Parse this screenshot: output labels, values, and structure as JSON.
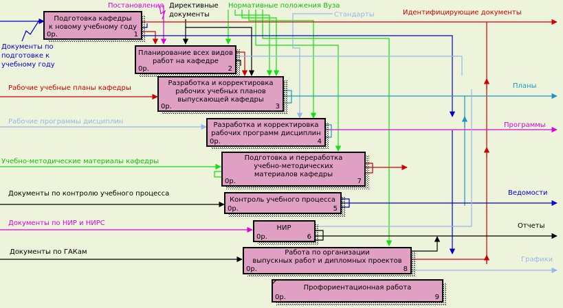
{
  "diagram": {
    "boxes": [
      {
        "id": "b1",
        "title": [
          "Подготовка кафедры",
          "к новому учебному году"
        ],
        "cost": "0р.",
        "num": "1"
      },
      {
        "id": "b2",
        "title": [
          "Планирование всех видов",
          "работ на кафедре"
        ],
        "cost": "0р.",
        "num": "2"
      },
      {
        "id": "b3",
        "title": [
          "Разработка и корректировка",
          "рабочих учебных планов",
          "выпускающей кафедры"
        ],
        "cost": "0р.",
        "num": "3"
      },
      {
        "id": "b4",
        "title": [
          "Разработка и корректировка",
          "рабочих программ дисциплин"
        ],
        "cost": "0р.",
        "num": "4"
      },
      {
        "id": "b7",
        "title": [
          "Подготовка и переработка",
          "учебно-методических",
          "материалов кафедры"
        ],
        "cost": "0р.",
        "num": "7"
      },
      {
        "id": "b5",
        "title": [
          "Контроль учебного процесса"
        ],
        "cost": "0р.",
        "num": "5"
      },
      {
        "id": "b6",
        "title": [
          "НИР"
        ],
        "cost": "0р.",
        "num": "6"
      },
      {
        "id": "b8",
        "title": [
          "Работа по организации",
          "выпускных работ и дипломных проектов"
        ],
        "cost": "0р.",
        "num": "8"
      },
      {
        "id": "b9",
        "title": [
          "Профориентационная работа"
        ],
        "cost": "0р.",
        "num": "9"
      }
    ],
    "inputs": [
      {
        "id": "in-docs-prep",
        "text": [
          "Документы по",
          "подготовке к",
          "учебному году"
        ]
      },
      {
        "id": "in-curricula",
        "text": [
          "Рабочие учебные планы кафедры"
        ]
      },
      {
        "id": "in-programs",
        "text": [
          "Рабочие программы дисциплин"
        ]
      },
      {
        "id": "in-materials",
        "text": [
          "Учебно-методические материалы кафедры"
        ]
      },
      {
        "id": "in-control",
        "text": [
          "Документы по контролю учебного процесса"
        ]
      },
      {
        "id": "in-nir",
        "text": [
          "Документы по НИР и НИРС"
        ]
      },
      {
        "id": "in-gak",
        "text": [
          "Документы по ГАКам"
        ]
      }
    ],
    "controls": [
      {
        "id": "ctl-decrees",
        "text": [
          "Постановления"
        ]
      },
      {
        "id": "ctl-directives",
        "text": [
          "Директивные",
          "документы"
        ]
      },
      {
        "id": "ctl-norms",
        "text": [
          "Нормативные положения Вуза"
        ]
      },
      {
        "id": "ctl-standards",
        "text": [
          "Стандарты"
        ]
      }
    ],
    "outputs": [
      {
        "id": "out-ident",
        "text": [
          "Идентифицирующие документы"
        ]
      },
      {
        "id": "out-plans",
        "text": [
          "Планы"
        ]
      },
      {
        "id": "out-programs",
        "text": [
          "Программы"
        ]
      },
      {
        "id": "out-sheets",
        "text": [
          "Ведомости"
        ]
      },
      {
        "id": "out-reports",
        "text": [
          "Отчеты"
        ]
      },
      {
        "id": "out-graphs",
        "text": [
          "Графики"
        ]
      }
    ],
    "colors": {
      "background": "#eef3dc",
      "box": "#e0a0c4",
      "blue": "#0000c8",
      "red": "#d00000",
      "magenta": "#e000e0",
      "green": "#10e010",
      "teal": "#1898c0",
      "lightblue": "#94b8e8",
      "black": "#000000"
    }
  }
}
